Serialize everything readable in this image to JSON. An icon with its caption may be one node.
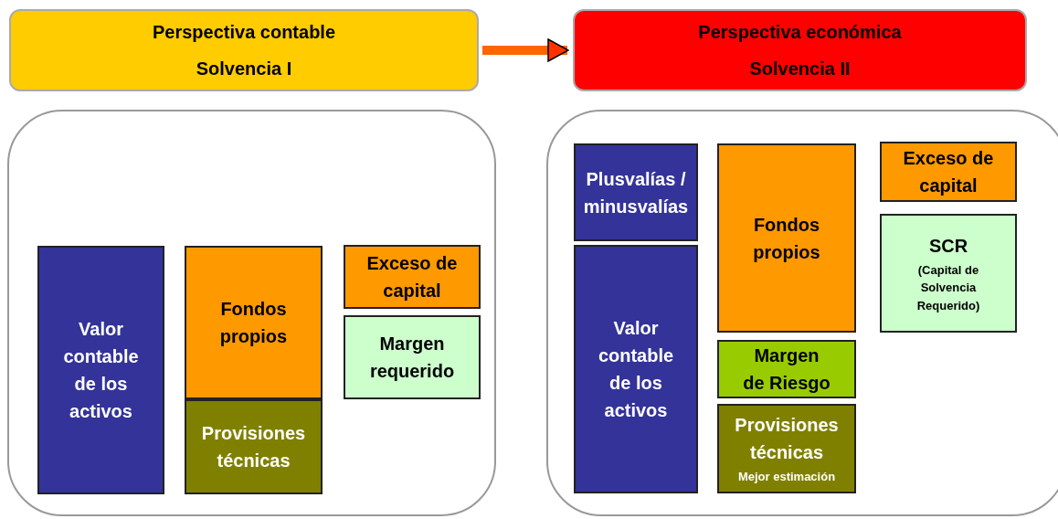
{
  "diagram": {
    "nodes": [
      {
        "text": [
          "Perspectiva contable",
          "Solvencia I"
        ]
      },
      {
        "text": [
          "Perspectiva económica",
          "Solvencia II"
        ]
      },
      {
        "text": [],
        "shape": "box"
      },
      {
        "text": [
          "Valor contable de los activos"
        ],
        "in": 2
      },
      {
        "text": [
          "Fondos propios"
        ],
        "in": 2
      },
      {
        "text": [
          "Provisiones técnicas"
        ],
        "in": 2
      },
      {
        "text": [
          "Exceso de capital"
        ],
        "in": 2
      },
      {
        "text": [
          "Margen requerido"
        ],
        "in": 2
      },
      {
        "text": [],
        "shape": "box"
      },
      {
        "text": [
          "Plusvalías / minusvalías"
        ],
        "in": 8
      },
      {
        "text": [
          "Valor contable de los activos"
        ],
        "in": 8
      },
      {
        "text": [
          "Fondos propios"
        ],
        "in": 8
      },
      {
        "text": [
          "Margen de Riesgo"
        ],
        "in": 8
      },
      {
        "text": [
          "Provisiones técnicas",
          "Mejor estimación"
        ],
        "in": 8
      },
      {
        "text": [
          "Exceso de capital"
        ],
        "in": 8
      },
      {
        "text": [
          "SCR",
          "(Capital de Solvencia Requerido)"
        ],
        "in": 8
      }
    ],
    "edges": [
      {
        "from": 0,
        "to": 1,
        "arrow": "to"
      }
    ]
  }
}
